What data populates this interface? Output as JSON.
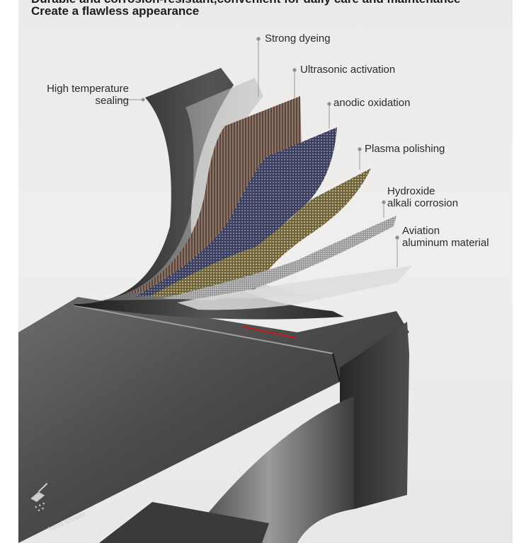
{
  "headline": {
    "line1": "Durable and corrosion-resistant,convenient for daily care and maintenance",
    "line2": "Create a flawless appearance"
  },
  "layers": [
    {
      "id": "high-temperature-sealing",
      "line1": "High temperature",
      "line2": "sealing"
    },
    {
      "id": "strong-dyeing",
      "line1": "Strong dyeing",
      "line2": ""
    },
    {
      "id": "ultrasonic-activation",
      "line1": "Ultrasonic activation",
      "line2": ""
    },
    {
      "id": "anodic-oxidation",
      "line1": "anodic oxidation",
      "line2": ""
    },
    {
      "id": "plasma-polishing",
      "line1": "Plasma polishing",
      "line2": ""
    },
    {
      "id": "hydroxide-alkali-corrosion",
      "line1": "Hydroxide",
      "line2": "alkali corrosion"
    },
    {
      "id": "aviation-aluminum-material",
      "line1": "Aviation",
      "line2": "aluminum material"
    }
  ],
  "product": {
    "label": "hand shower",
    "icon": "shower-icon",
    "indicator_color": "#c41a1a"
  }
}
